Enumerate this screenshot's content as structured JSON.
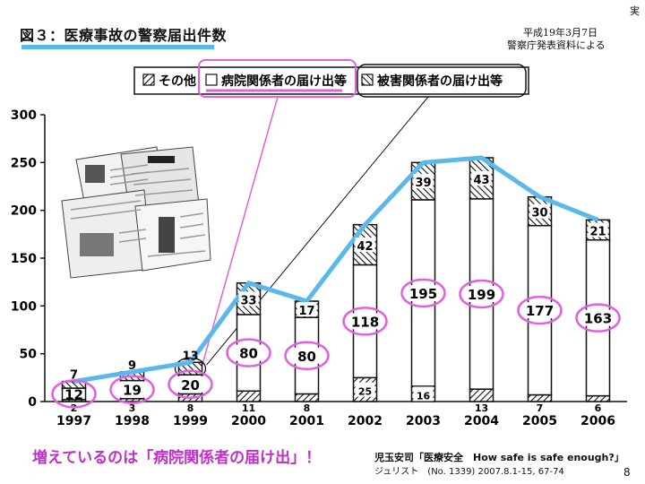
{
  "title": "図３：医療事故の警察届出件数",
  "corner_mark": "実",
  "source_date": "平成19年3月7日",
  "source_note": "警察庁発表資料による",
  "footer_note": "増えているのは「病院関係者の届け出」！",
  "reference": {
    "line1": "児玉安司「医療安全　How safe is safe enough?」",
    "line2": "ジュリスト　(No. 1339) 2007.8.1-15, 67-74"
  },
  "page_number": "8",
  "colors": {
    "accent_blue": "#5bb8ea",
    "highlight_magenta": "#e060e0"
  },
  "chart_data": {
    "type": "bar",
    "stacked": true,
    "categories": [
      "1997",
      "1998",
      "1999",
      "2000",
      "2001",
      "2002",
      "2003",
      "2004",
      "2005",
      "2006"
    ],
    "ylim": [
      0,
      300
    ],
    "yticks": [
      0,
      50,
      100,
      150,
      200,
      250,
      300
    ],
    "grid": false,
    "legend_position": "top-center",
    "series": [
      {
        "name": "その他",
        "pattern": "hatch-forward",
        "values": [
          2,
          3,
          8,
          11,
          8,
          25,
          16,
          13,
          7,
          6
        ]
      },
      {
        "name": "病院関係者の届け出等",
        "pattern": "blank",
        "values": [
          12,
          19,
          20,
          80,
          80,
          118,
          195,
          199,
          177,
          163
        ]
      },
      {
        "name": "被害関係者の届け出等",
        "pattern": "hatch-back",
        "values": [
          7,
          9,
          13,
          33,
          17,
          42,
          39,
          43,
          30,
          21
        ]
      }
    ],
    "total_line_color": "#5bb8ea",
    "highlighted_series": "病院関係者の届け出等",
    "highlight_color": "#e060e0"
  }
}
